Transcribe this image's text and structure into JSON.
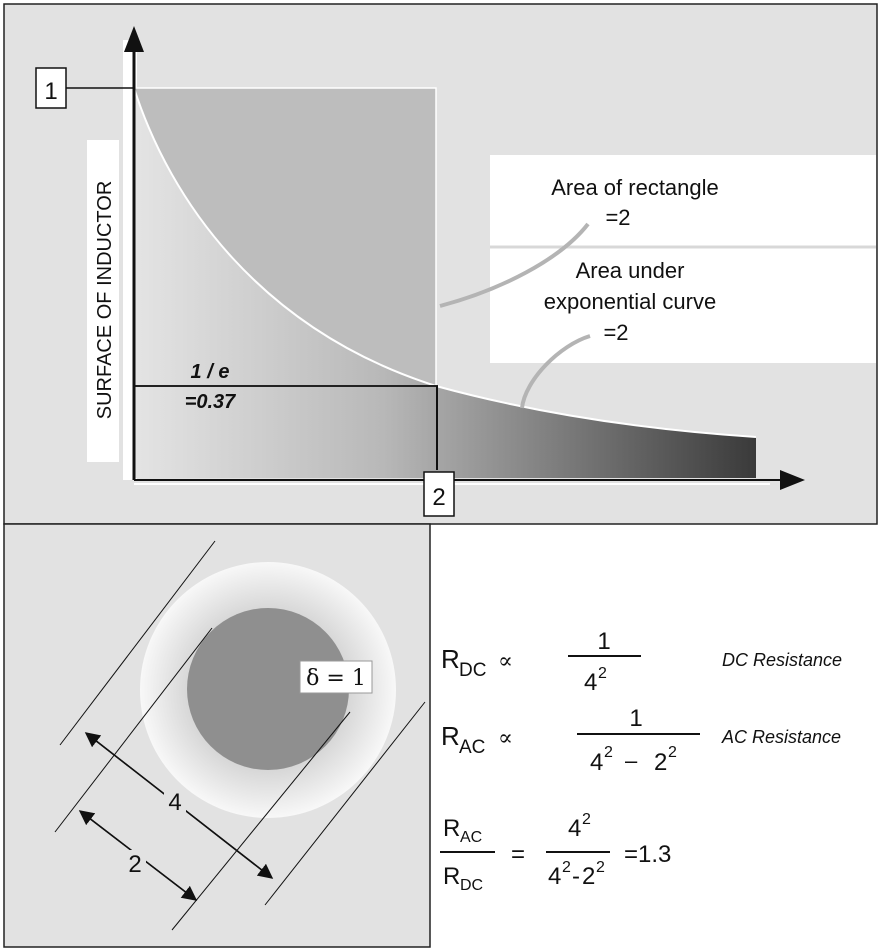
{
  "graph": {
    "y_marker": "1",
    "x_marker": "2",
    "y_axis_label": "SURFACE OF INDUCTOR",
    "rect_caption_line1": "Area of rectangle",
    "rect_caption_line2": "=2",
    "curve_caption_line1": "Area under",
    "curve_caption_line2": "exponential curve",
    "curve_caption_line3": "=2",
    "e_label_line1": "1 / e",
    "e_label_line2": "=0.37"
  },
  "cross_section": {
    "delta_label": "δ = 1",
    "outer_diameter": "4",
    "inner_diameter": "2"
  },
  "formulas": {
    "rdc_symbol": "R",
    "rdc_sub": "DC",
    "prop": "∝",
    "rdc_num": "1",
    "rdc_den_base": "4",
    "rdc_den_exp": "2",
    "rdc_desc": "DC Resistance",
    "rac_symbol": "R",
    "rac_sub": "AC",
    "rac_num": "1",
    "rac_den_a": "4",
    "rac_den_a_exp": "2",
    "rac_den_minus": "–",
    "rac_den_b": "2",
    "rac_den_b_exp": "2",
    "rac_desc": "AC Resistance",
    "ratio_top": "R",
    "ratio_top_sub": "AC",
    "ratio_bottom": "R",
    "ratio_bottom_sub": "DC",
    "equals": "=",
    "ratio_num": "4",
    "ratio_num_exp": "2",
    "ratio_den": "4",
    "ratio_den_exp": "2",
    "ratio_den_minus": "-",
    "ratio_den_b": "2",
    "ratio_den_b_exp": "2",
    "ratio_result": "=1.3"
  }
}
